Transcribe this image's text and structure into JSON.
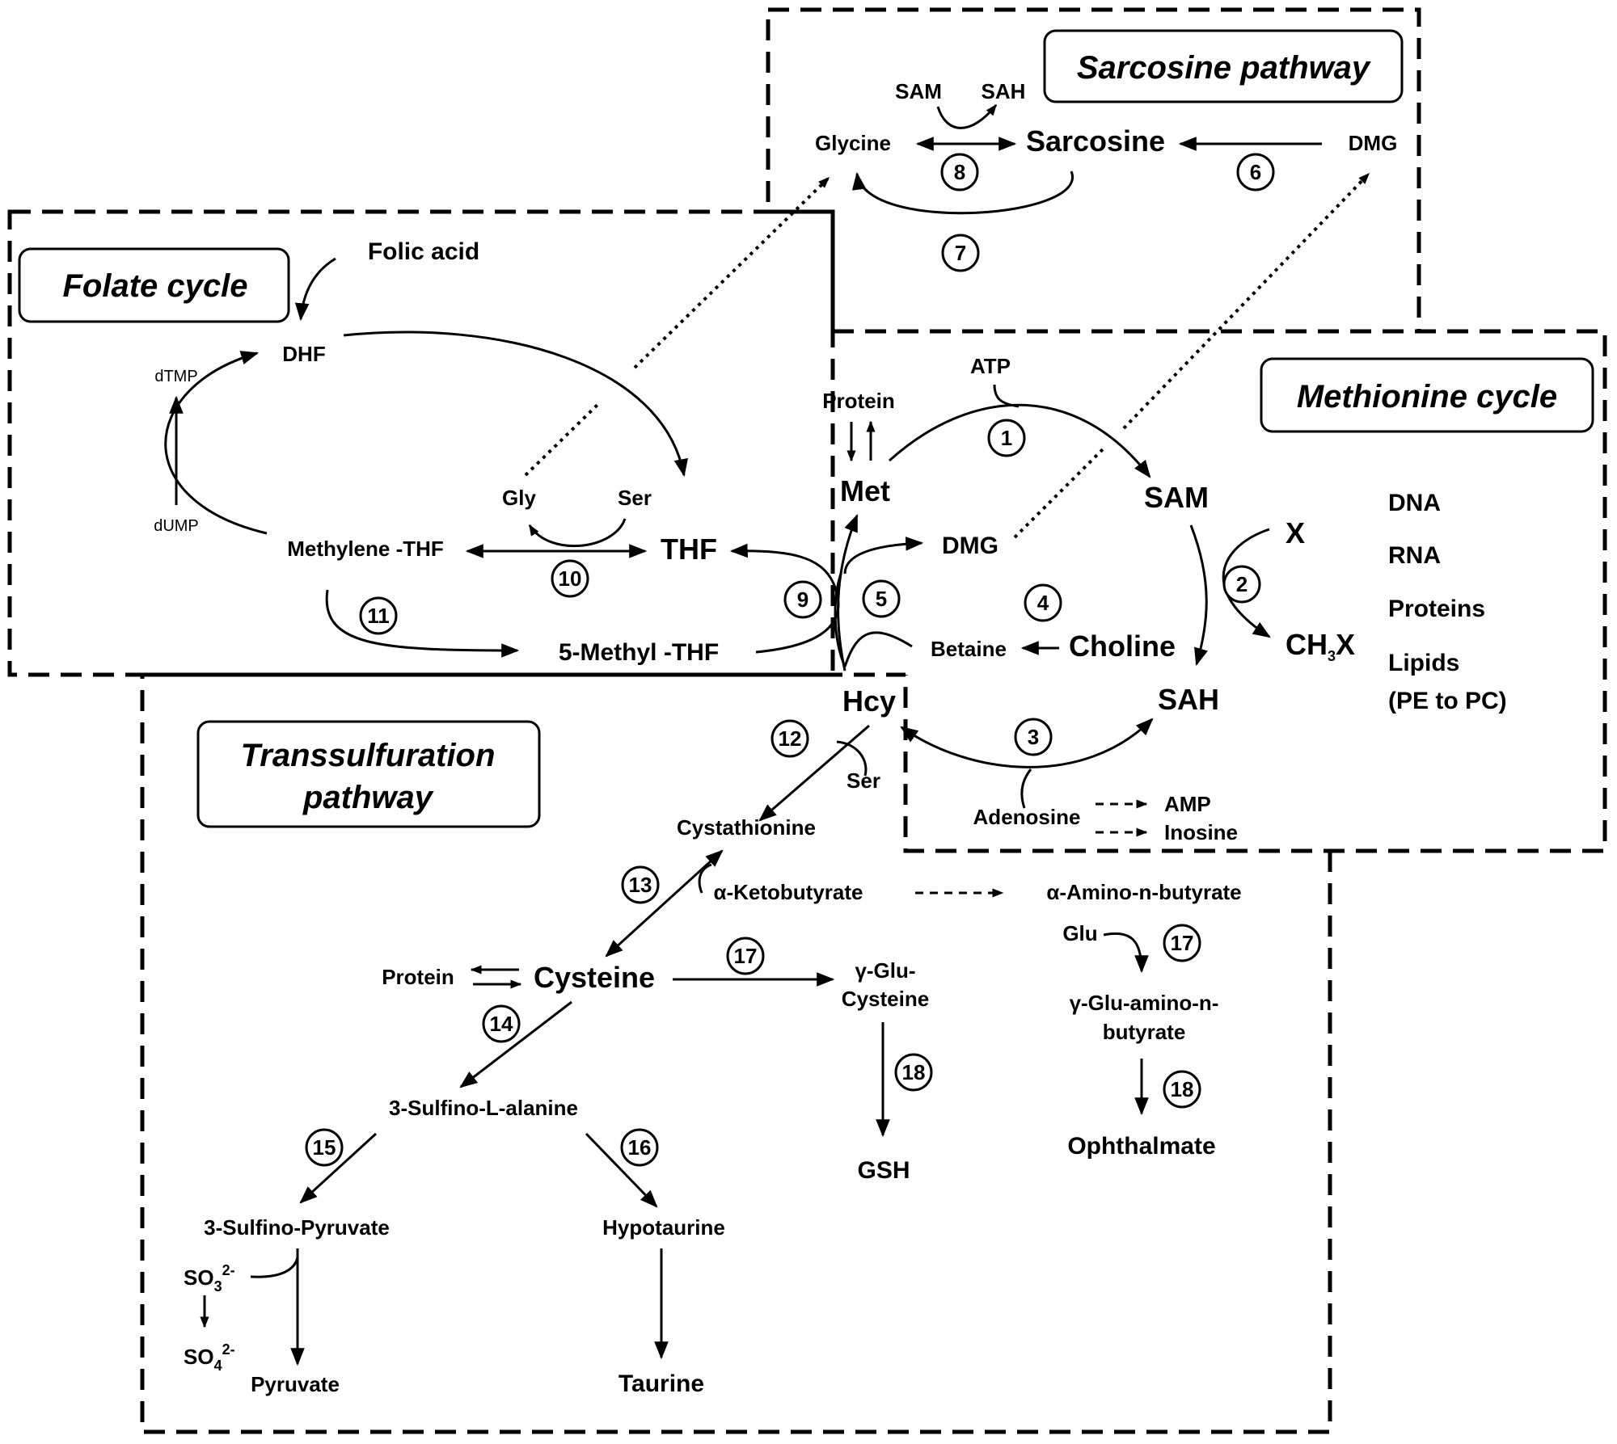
{
  "titles": {
    "sarcosine": "Sarcosine pathway",
    "folate": "Folate cycle",
    "methionine": "Methionine cycle",
    "trans1": "Transsulfuration",
    "trans2": "pathway"
  },
  "nodes": {
    "sam_top": "SAM",
    "sah_top": "SAH",
    "glycine": "Glycine",
    "sarcosine": "Sarcosine",
    "dmg_top": "DMG",
    "folic_acid": "Folic acid",
    "dhf": "DHF",
    "dtmp": "dTMP",
    "dump": "dUMP",
    "gly": "Gly",
    "ser": "Ser",
    "methylene_thf": "Methylene -THF",
    "thf": "THF",
    "methyl_thf": "5-Methyl -THF",
    "atp": "ATP",
    "protein_met": "Protein",
    "met": "Met",
    "sam": "SAM",
    "x": "X",
    "ch3x_main": "CH",
    "ch3x_sub": "3",
    "ch3x_end": "X",
    "dmg": "DMG",
    "betaine": "Betaine",
    "choline": "Choline",
    "sah": "SAH",
    "hcy": "Hcy",
    "adenosine": "Adenosine",
    "amp": "AMP",
    "inosine": "Inosine",
    "dna": "DNA",
    "rna": "RNA",
    "proteins": "Proteins",
    "lipids": "Lipids",
    "pe_pc": "(PE to PC)",
    "ser2": "Ser",
    "cystathionine": "Cystathionine",
    "ketobutyrate": "α-Ketobutyrate",
    "aminobutyrate": "α-Amino-n-butyrate",
    "glu": "Glu",
    "protein_cys": "Protein",
    "cysteine": "Cysteine",
    "gglucys1": "γ-Glu-",
    "gglucys2": "Cysteine",
    "gglu_ab1": "γ-Glu-amino-n-",
    "gglu_ab2": "butyrate",
    "sulfinoalanine": "3-Sulfino-L-alanine",
    "gsh": "GSH",
    "ophthalmate": "Ophthalmate",
    "sulfinopyruvate": "3-Sulfino-Pyruvate",
    "hypotaurine": "Hypotaurine",
    "so3": "SO",
    "so3_sub": "3",
    "so3_sup": "2-",
    "so4": "SO",
    "so4_sub": "4",
    "so4_sup": "2-",
    "pyruvate": "Pyruvate",
    "taurine": "Taurine"
  },
  "enzymes": [
    "1",
    "2",
    "3",
    "4",
    "5",
    "6",
    "7",
    "8",
    "9",
    "10",
    "11",
    "12",
    "13",
    "14",
    "15",
    "16",
    "17",
    "17",
    "18",
    "18"
  ]
}
